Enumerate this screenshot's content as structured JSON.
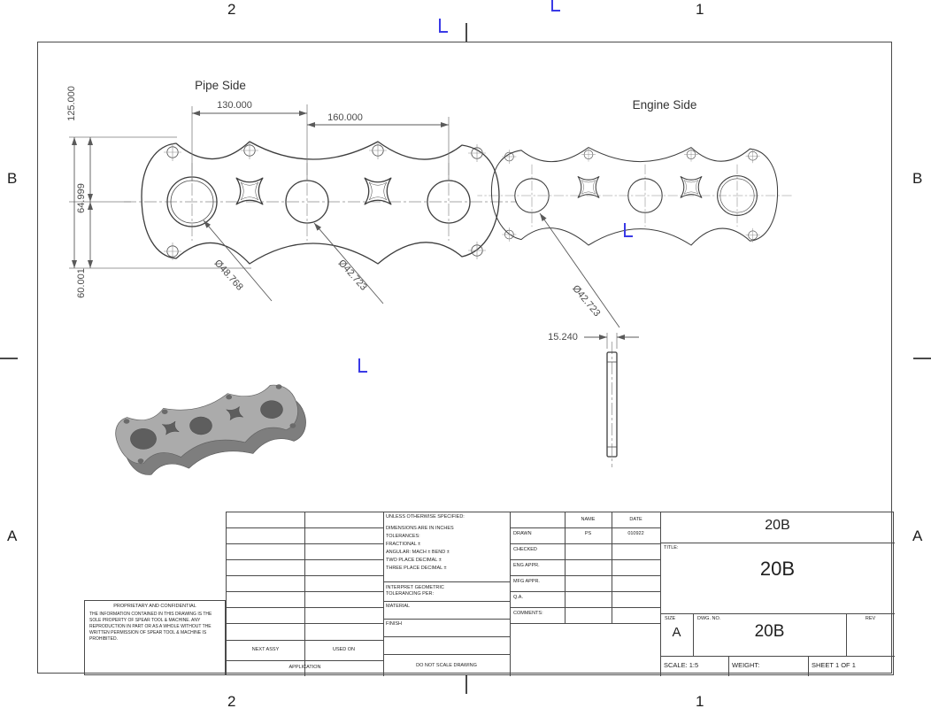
{
  "zones": {
    "top_left": "2",
    "top_right": "1",
    "bottom_left": "2",
    "bottom_right": "1",
    "left_top": "B",
    "left_bottom": "A",
    "right_top": "B",
    "right_bottom": "A"
  },
  "views": {
    "pipe": {
      "label": "Pipe Side",
      "dim_height_overall": "125.000",
      "dim_center_to_top": "64.999",
      "dim_center_to_bottom": "60.001",
      "dim_ports_1_2": "130.000",
      "dim_ports_2_3": "160.000",
      "dim_bore_1": "Ø48.768",
      "dim_bore_2": "Ø42.723"
    },
    "engine": {
      "label": "Engine Side",
      "dim_bore": "Ø42.723"
    },
    "section": {
      "dim_thickness": "15.240"
    }
  },
  "title_block": {
    "unless": "UNLESS OTHERWISE SPECIFIED:",
    "tol_lines": [
      "DIMENSIONS ARE IN INCHES",
      "TOLERANCES:",
      "FRACTIONAL ±",
      "ANGULAR: MACH ±   BEND ±",
      "TWO PLACE DECIMAL    ±",
      "THREE PLACE DECIMAL  ±"
    ],
    "interpret": "INTERPRET GEOMETRIC\nTOLERANCING PER:",
    "material": "MATERIAL",
    "finish": "FINISH",
    "do_not_scale": "DO NOT SCALE DRAWING",
    "name_header": "NAME",
    "date_header": "DATE",
    "rows": [
      {
        "label": "DRAWN",
        "name": "PS",
        "date": "010922"
      },
      {
        "label": "CHECKED",
        "name": "",
        "date": ""
      },
      {
        "label": "ENG APPR.",
        "name": "",
        "date": ""
      },
      {
        "label": "MFG APPR.",
        "name": "",
        "date": ""
      },
      {
        "label": "Q.A.",
        "name": "",
        "date": ""
      }
    ],
    "comments_label": "COMMENTS:",
    "top_number": "20B",
    "title_label": "TITLE:",
    "title_value": "20B",
    "size_label": "SIZE",
    "size_value": "A",
    "dwg_label": "DWG. NO.",
    "dwg_value": "20B",
    "rev_label": "REV",
    "scale": "SCALE: 1:5",
    "weight": "WEIGHT:",
    "sheet": "SHEET 1 OF 1",
    "next_assy": "NEXT ASSY",
    "used_on": "USED ON",
    "application": "APPLICATION",
    "proprietary_title": "PROPRIETARY AND CONFIDENTIAL",
    "proprietary_text": "THE INFORMATION CONTAINED IN THIS DRAWING IS THE SOLE PROPERTY OF SPEAR TOOL & MACHINE. ANY REPRODUCTION IN PART OR AS A WHOLE WITHOUT THE WRITTEN PERMISSION OF SPEAR TOOL & MACHINE IS PROHIBITED."
  },
  "colors": {
    "marker_blue": "#3a3ae6",
    "drawing_line": "#3d3d3d"
  }
}
